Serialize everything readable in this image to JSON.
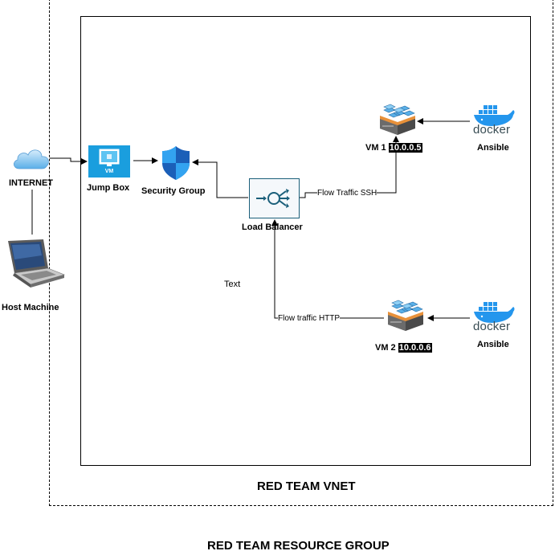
{
  "containers": {
    "resource_group_label": "RED TEAM RESOURCE GROUP",
    "vnet_label": "RED TEAM VNET"
  },
  "nodes": {
    "internet": {
      "label": "INTERNET",
      "icon": "cloud-icon"
    },
    "host_machine": {
      "label": "Host Machine",
      "icon": "laptop-icon"
    },
    "jump_box": {
      "label": "Jump Box",
      "icon": "vm-icon",
      "icon_text": "VM"
    },
    "security_group": {
      "label": "Security Group",
      "icon": "shield-icon"
    },
    "load_balancer": {
      "label": "Load Balancer",
      "icon": "load-balancer-icon"
    },
    "vm1": {
      "label": "VM 1",
      "ip": "10.0.0.5",
      "icon": "server-icon"
    },
    "vm2": {
      "label": "VM 2",
      "ip": "10.0.0.6",
      "icon": "server-icon"
    },
    "ansible1": {
      "label": "Ansible",
      "icon": "docker-icon",
      "icon_text": "docker"
    },
    "ansible2": {
      "label": "Ansible",
      "icon": "docker-icon",
      "icon_text": "docker"
    }
  },
  "edges": {
    "lb_to_vm1": "Flow Traffic SSH",
    "lb_to_vm2": "Flow traffic HTTP"
  },
  "free_text": "Text",
  "colors": {
    "azure_blue": "#0078d4",
    "shield_blue": "#1490df",
    "docker_blue": "#2496ed",
    "server_orange": "#e8913a"
  }
}
